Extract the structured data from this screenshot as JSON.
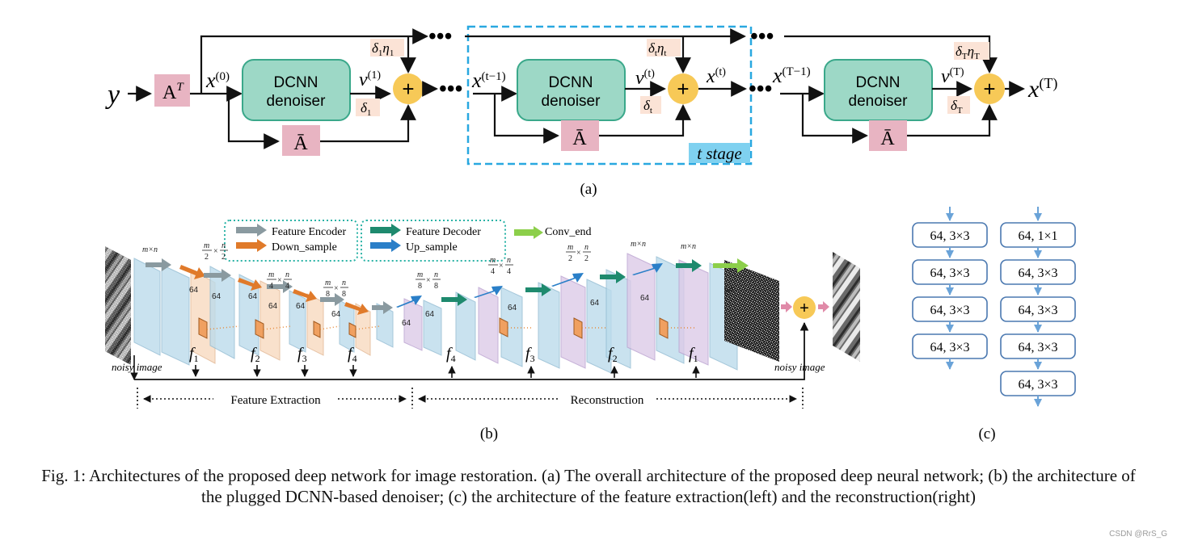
{
  "panel_a": {
    "input": "y",
    "at_block": "A",
    "at_sup": "T",
    "abar": "Ā",
    "dcnn_l1": "DCNN",
    "dcnn_l2": "denoiser",
    "plus": "+",
    "dots": "•••",
    "x0": "x",
    "x0_sup": "(0)",
    "v1": "v",
    "v1_sup": "(1)",
    "d1": "δ",
    "d1_sub": "1",
    "d1eta": "δ",
    "d1eta_sub": "1",
    "eta": "η",
    "eta1_sub": "1",
    "xt1": "x",
    "xt1_sup": "(t−1)",
    "vt": "v",
    "vt_sup": "(t)",
    "dt": "δ",
    "dt_sub": "t",
    "dteta_sub": "t",
    "etat_sub": "t",
    "xt": "x",
    "xt_sup": "(t)",
    "xT1": "x",
    "xT1_sup": "(T−1)",
    "vT": "v",
    "vT_sup": "(T)",
    "dT": "δ",
    "dT_sub": "T",
    "dTeta_sub": "T",
    "etaT_sub": "T",
    "xT": "x",
    "xT_sup": "(T)",
    "stage": "t stage",
    "label": "(a)"
  },
  "panel_b": {
    "legend_feature_encoder": "Feature Encoder",
    "legend_down_sample": "Down_sample",
    "legend_feature_decoder": "Feature Decoder",
    "legend_up_sample": "Up_sample",
    "legend_conv_end": "Conv_end",
    "mxn": "m×n",
    "m": "m",
    "n": "n",
    "d2": "2",
    "d4": "4",
    "d8": "8",
    "times": "×",
    "ch": "64",
    "f": "f",
    "f1": "1",
    "f2": "2",
    "f3": "3",
    "f4": "4",
    "noisy_image": "noisy image",
    "plus": "+",
    "feature_extraction": "Feature Extraction",
    "reconstruction": "Reconstruction",
    "label": "(b)"
  },
  "panel_c": {
    "left": [
      "64, 3×3",
      "64, 3×3",
      "64, 3×3",
      "64, 3×3"
    ],
    "right": [
      "64, 1×1",
      "64, 3×3",
      "64, 3×3",
      "64, 3×3",
      "64, 3×3"
    ],
    "label": "(c)"
  },
  "caption": "Fig. 1: Architectures of the proposed deep network for image restoration. (a) The overall architecture of the proposed deep neural network; (b) the architecture of the plugged DCNN-based denoiser; (c) the architecture of the feature extraction(left) and the reconstruction(right)",
  "watermark": "CSDN @RrS_G",
  "colors": {
    "pink_block": "#e8b4c2",
    "dcnn_fill": "#9dd8c6",
    "dcnn_stroke": "#3aa88a",
    "adder": "#f7c957",
    "stage_border": "#29a8e0",
    "stage_label_bg": "#7fd1f0",
    "delta_bg": "#fbe3d6",
    "layer_blue": "#bcdcec",
    "layer_orange": "#f8dcc4",
    "layer_purple": "#ddcbe8",
    "enc_arrow": "#8a9aa0",
    "down_arrow": "#e07a2a",
    "dec_arrow": "#1e8a6e",
    "up_arrow": "#2a7fc8",
    "end_arrow": "#8ccf4a",
    "legend_border": "#2ab3a6",
    "box_c_border": "#4a78b0",
    "arrow_c": "#6aa3d8"
  }
}
